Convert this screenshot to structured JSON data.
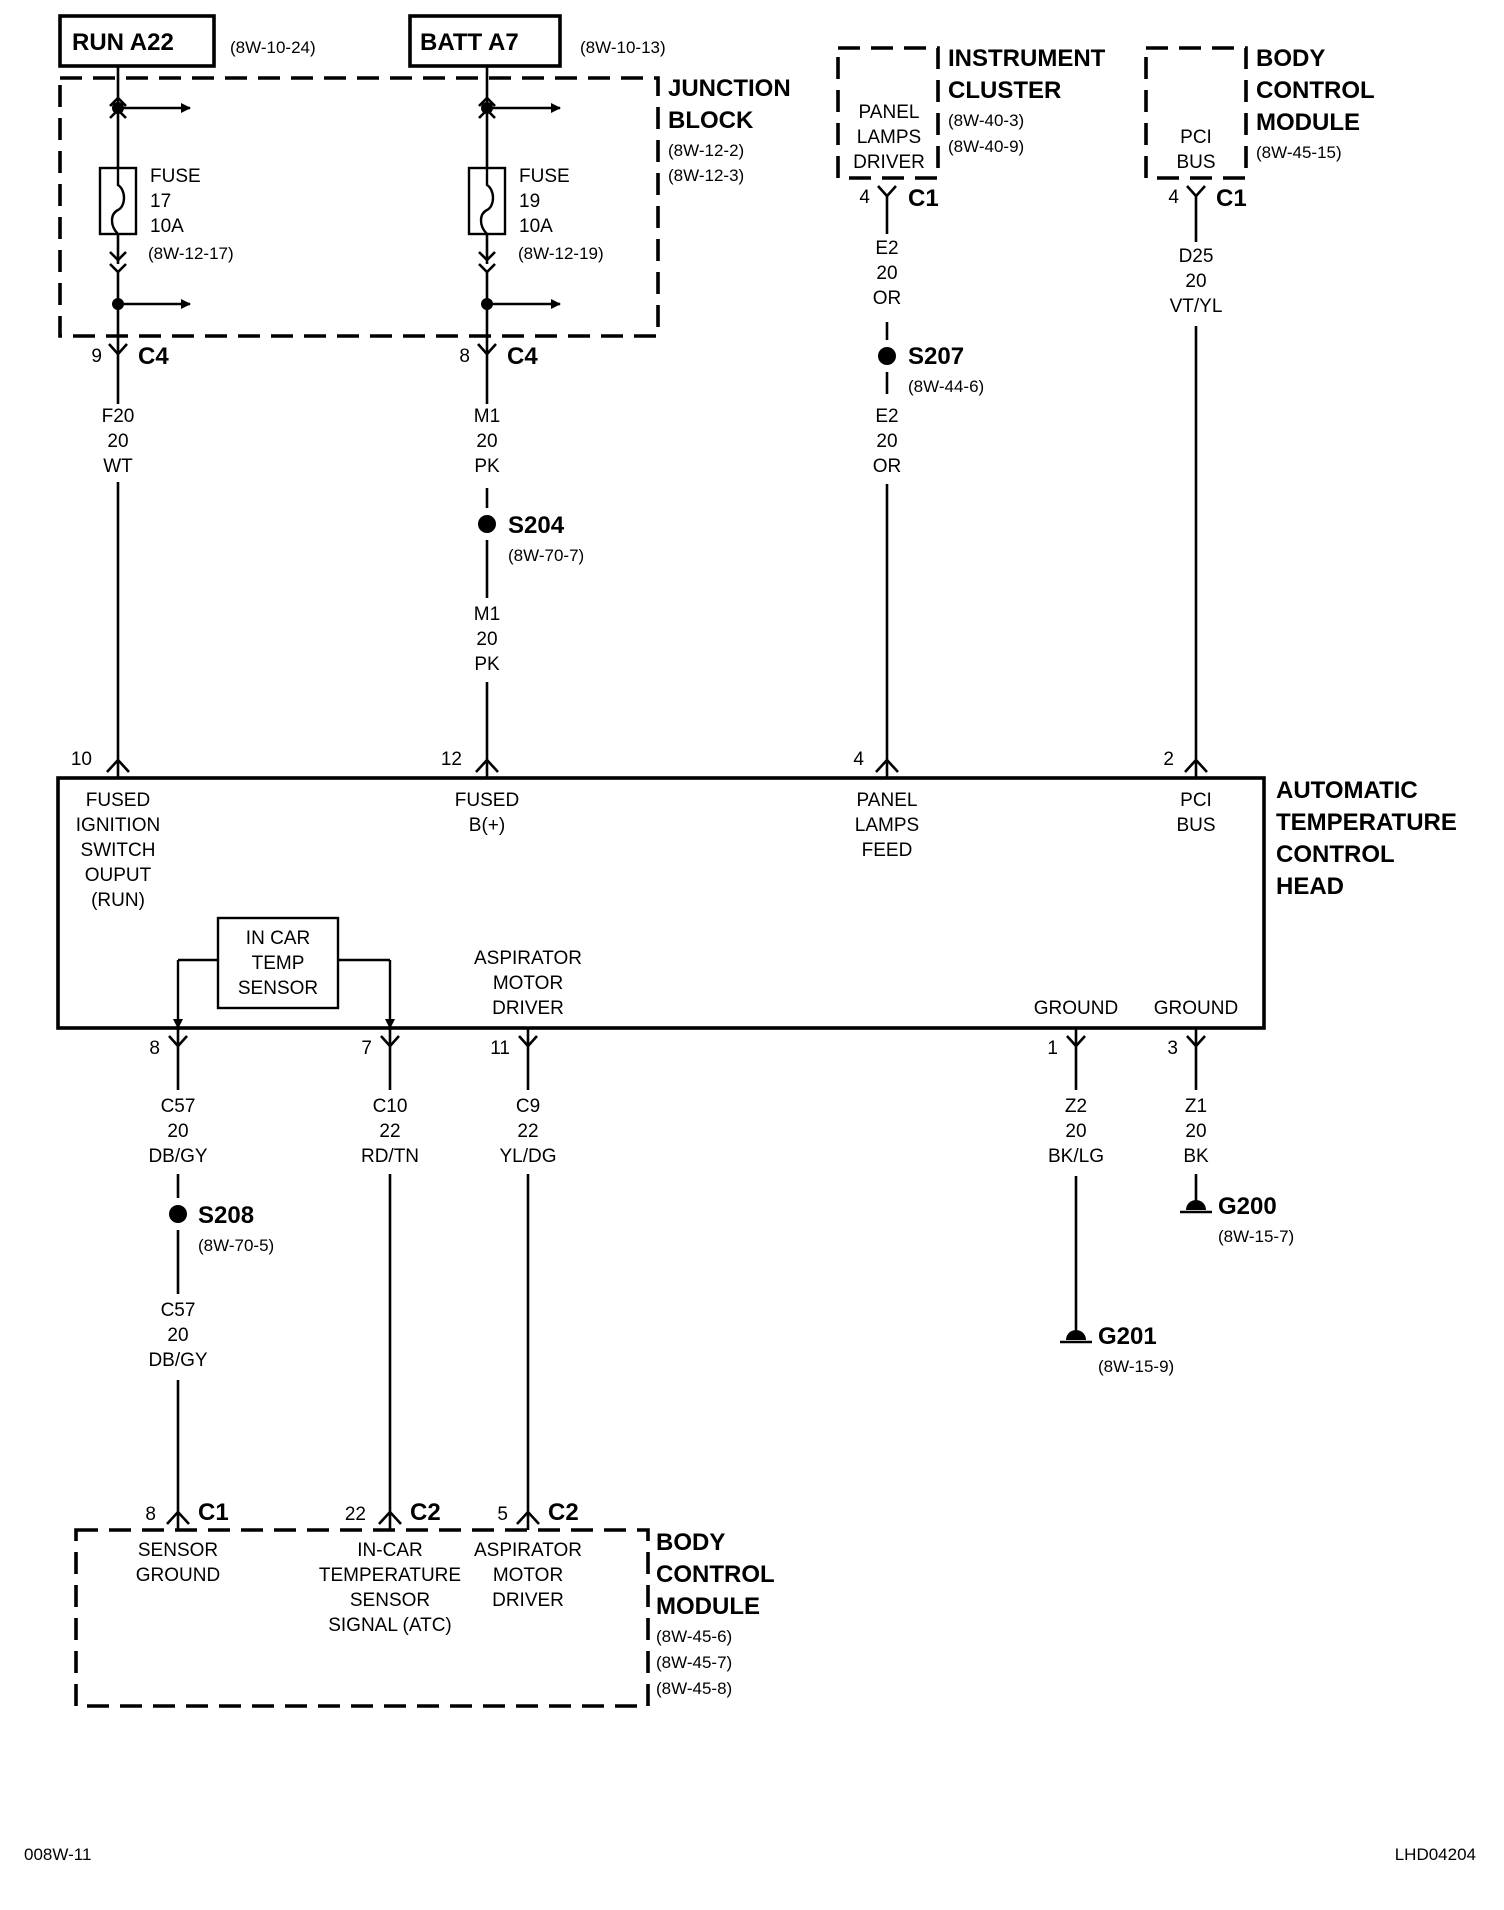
{
  "sources": {
    "run": {
      "label": "RUN A22",
      "ref": "(8W-10-24)"
    },
    "batt": {
      "label": "BATT A7",
      "ref": "(8W-10-13)"
    }
  },
  "junction_block": {
    "title1": "JUNCTION",
    "title2": "BLOCK",
    "ref1": "(8W-12-2)",
    "ref2": "(8W-12-3)",
    "fuse17": {
      "l1": "FUSE",
      "l2": "17",
      "l3": "10A",
      "ref": "(8W-12-17)"
    },
    "fuse19": {
      "l1": "FUSE",
      "l2": "19",
      "l3": "10A",
      "ref": "(8W-12-19)"
    }
  },
  "instrument_cluster": {
    "title1": "INSTRUMENT",
    "title2": "CLUSTER",
    "ref1": "(8W-40-3)",
    "ref2": "(8W-40-9)",
    "inner1": "PANEL",
    "inner2": "LAMPS",
    "inner3": "DRIVER",
    "pin": "4",
    "conn": "C1"
  },
  "bcm_top": {
    "title1": "BODY",
    "title2": "CONTROL",
    "title3": "MODULE",
    "ref": "(8W-45-15)",
    "inner1": "PCI",
    "inner2": "BUS",
    "pin": "4",
    "conn": "C1"
  },
  "c4_left": {
    "pin": "9",
    "conn": "C4"
  },
  "c4_mid": {
    "pin": "8",
    "conn": "C4"
  },
  "wires": {
    "f20": {
      "code": "F20",
      "gauge": "20",
      "color": "WT"
    },
    "m1a": {
      "code": "M1",
      "gauge": "20",
      "color": "PK"
    },
    "m1b": {
      "code": "M1",
      "gauge": "20",
      "color": "PK"
    },
    "e2a": {
      "code": "E2",
      "gauge": "20",
      "color": "OR"
    },
    "e2b": {
      "code": "E2",
      "gauge": "20",
      "color": "OR"
    },
    "d25": {
      "code": "D25",
      "gauge": "20",
      "color": "VT/YL"
    },
    "c57a": {
      "code": "C57",
      "gauge": "20",
      "color": "DB/GY"
    },
    "c57b": {
      "code": "C57",
      "gauge": "20",
      "color": "DB/GY"
    },
    "c10": {
      "code": "C10",
      "gauge": "22",
      "color": "RD/TN"
    },
    "c9": {
      "code": "C9",
      "gauge": "22",
      "color": "YL/DG"
    },
    "z2": {
      "code": "Z2",
      "gauge": "20",
      "color": "BK/LG"
    },
    "z1": {
      "code": "Z1",
      "gauge": "20",
      "color": "BK"
    }
  },
  "splices": {
    "s204": {
      "id": "S204",
      "ref": "(8W-70-7)"
    },
    "s207": {
      "id": "S207",
      "ref": "(8W-44-6)"
    },
    "s208": {
      "id": "S208",
      "ref": "(8W-70-5)"
    }
  },
  "grounds": {
    "g200": {
      "id": "G200",
      "ref": "(8W-15-7)"
    },
    "g201": {
      "id": "G201",
      "ref": "(8W-15-9)"
    }
  },
  "atc": {
    "title1": "AUTOMATIC",
    "title2": "TEMPERATURE",
    "title3": "CONTROL",
    "title4": "HEAD",
    "pins_top": [
      "10",
      "12",
      "4",
      "2"
    ],
    "pins_bottom": [
      "8",
      "7",
      "11",
      "1",
      "3"
    ],
    "fused_ign": [
      "FUSED",
      "IGNITION",
      "SWITCH",
      "OUPUT",
      "(RUN)"
    ],
    "fused_b": [
      "FUSED",
      "B(+)"
    ],
    "panel_feed": [
      "PANEL",
      "LAMPS",
      "FEED"
    ],
    "pci_bus": [
      "PCI",
      "BUS"
    ],
    "sensor": [
      "IN CAR",
      "TEMP",
      "SENSOR"
    ],
    "aspirator": [
      "ASPIRATOR",
      "MOTOR",
      "DRIVER"
    ],
    "ground1": "GROUND",
    "ground2": "GROUND"
  },
  "bcm_bottom": {
    "title1": "BODY",
    "title2": "CONTROL",
    "title3": "MODULE",
    "ref1": "(8W-45-6)",
    "ref2": "(8W-45-7)",
    "ref3": "(8W-45-8)",
    "pins": [
      "8",
      "22",
      "5"
    ],
    "conns": [
      "C1",
      "C2",
      "C2"
    ],
    "sensor_ground": [
      "SENSOR",
      "GROUND"
    ],
    "incar_signal": [
      "IN-CAR",
      "TEMPERATURE",
      "SENSOR",
      "SIGNAL (ATC)"
    ],
    "aspirator": [
      "ASPIRATOR",
      "MOTOR",
      "DRIVER"
    ]
  },
  "footer": {
    "left": "008W-11",
    "right": "LHD04204"
  }
}
